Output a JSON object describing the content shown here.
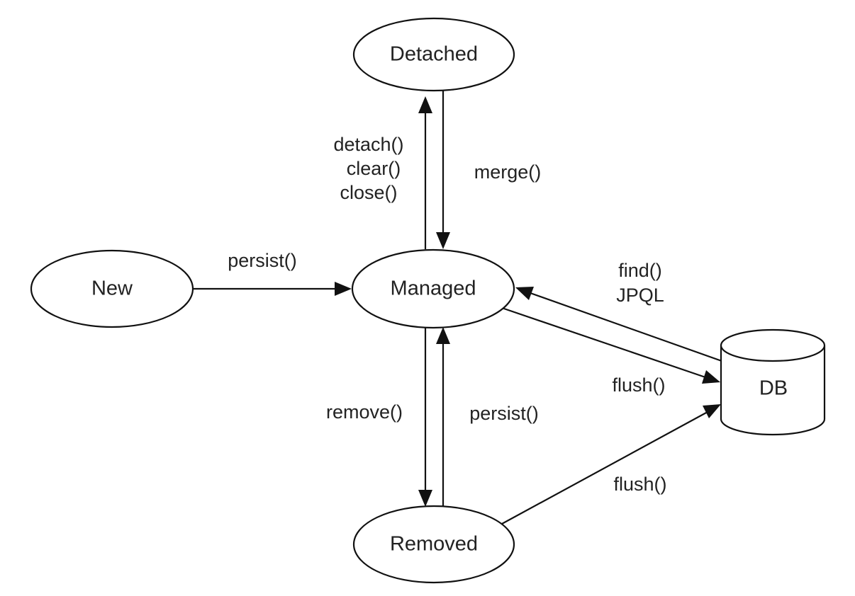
{
  "states": {
    "detached": "Detached",
    "new": "New",
    "managed": "Managed",
    "removed": "Removed",
    "db": "DB"
  },
  "transitions": {
    "new_to_managed": [
      "persist()"
    ],
    "managed_to_detached": [
      "detach()",
      "clear()",
      "close()"
    ],
    "detached_to_managed": [
      "merge()"
    ],
    "db_to_managed": [
      "find()",
      "JPQL"
    ],
    "managed_to_db": [
      "flush()"
    ],
    "managed_to_removed": [
      "remove()"
    ],
    "removed_to_managed": [
      "persist()"
    ],
    "removed_to_db": [
      "flush()"
    ]
  }
}
